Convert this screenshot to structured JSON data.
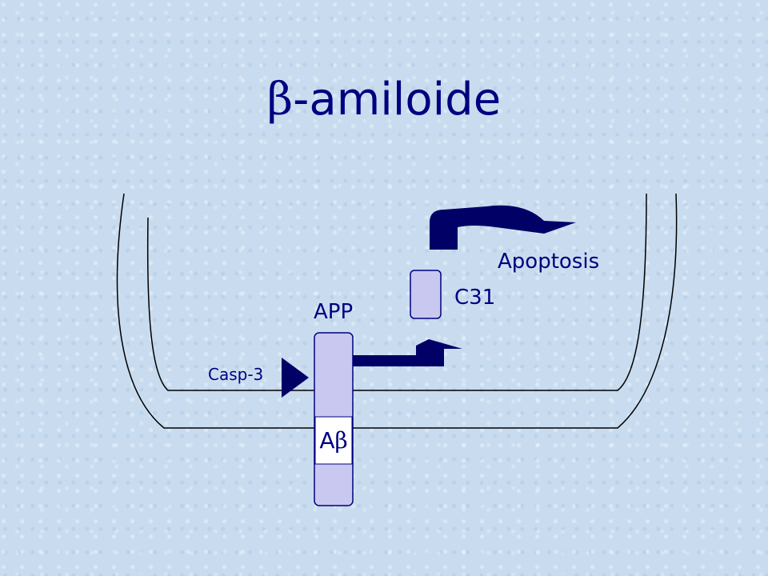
{
  "title": {
    "symbol": "β",
    "text": "-amiloide"
  },
  "labels": {
    "apoptosis": "Apoptosis",
    "c31": "C31",
    "app": "APP",
    "casp3": "Casp-3",
    "abeta_prefix": "A",
    "abeta_symbol": "β"
  },
  "colors": {
    "background": "#c9dcef",
    "text": "#000080",
    "arrow_fill": "#000066",
    "box_fill": "#c8c8f0",
    "box_stroke": "#000080",
    "membrane": "#000000"
  }
}
